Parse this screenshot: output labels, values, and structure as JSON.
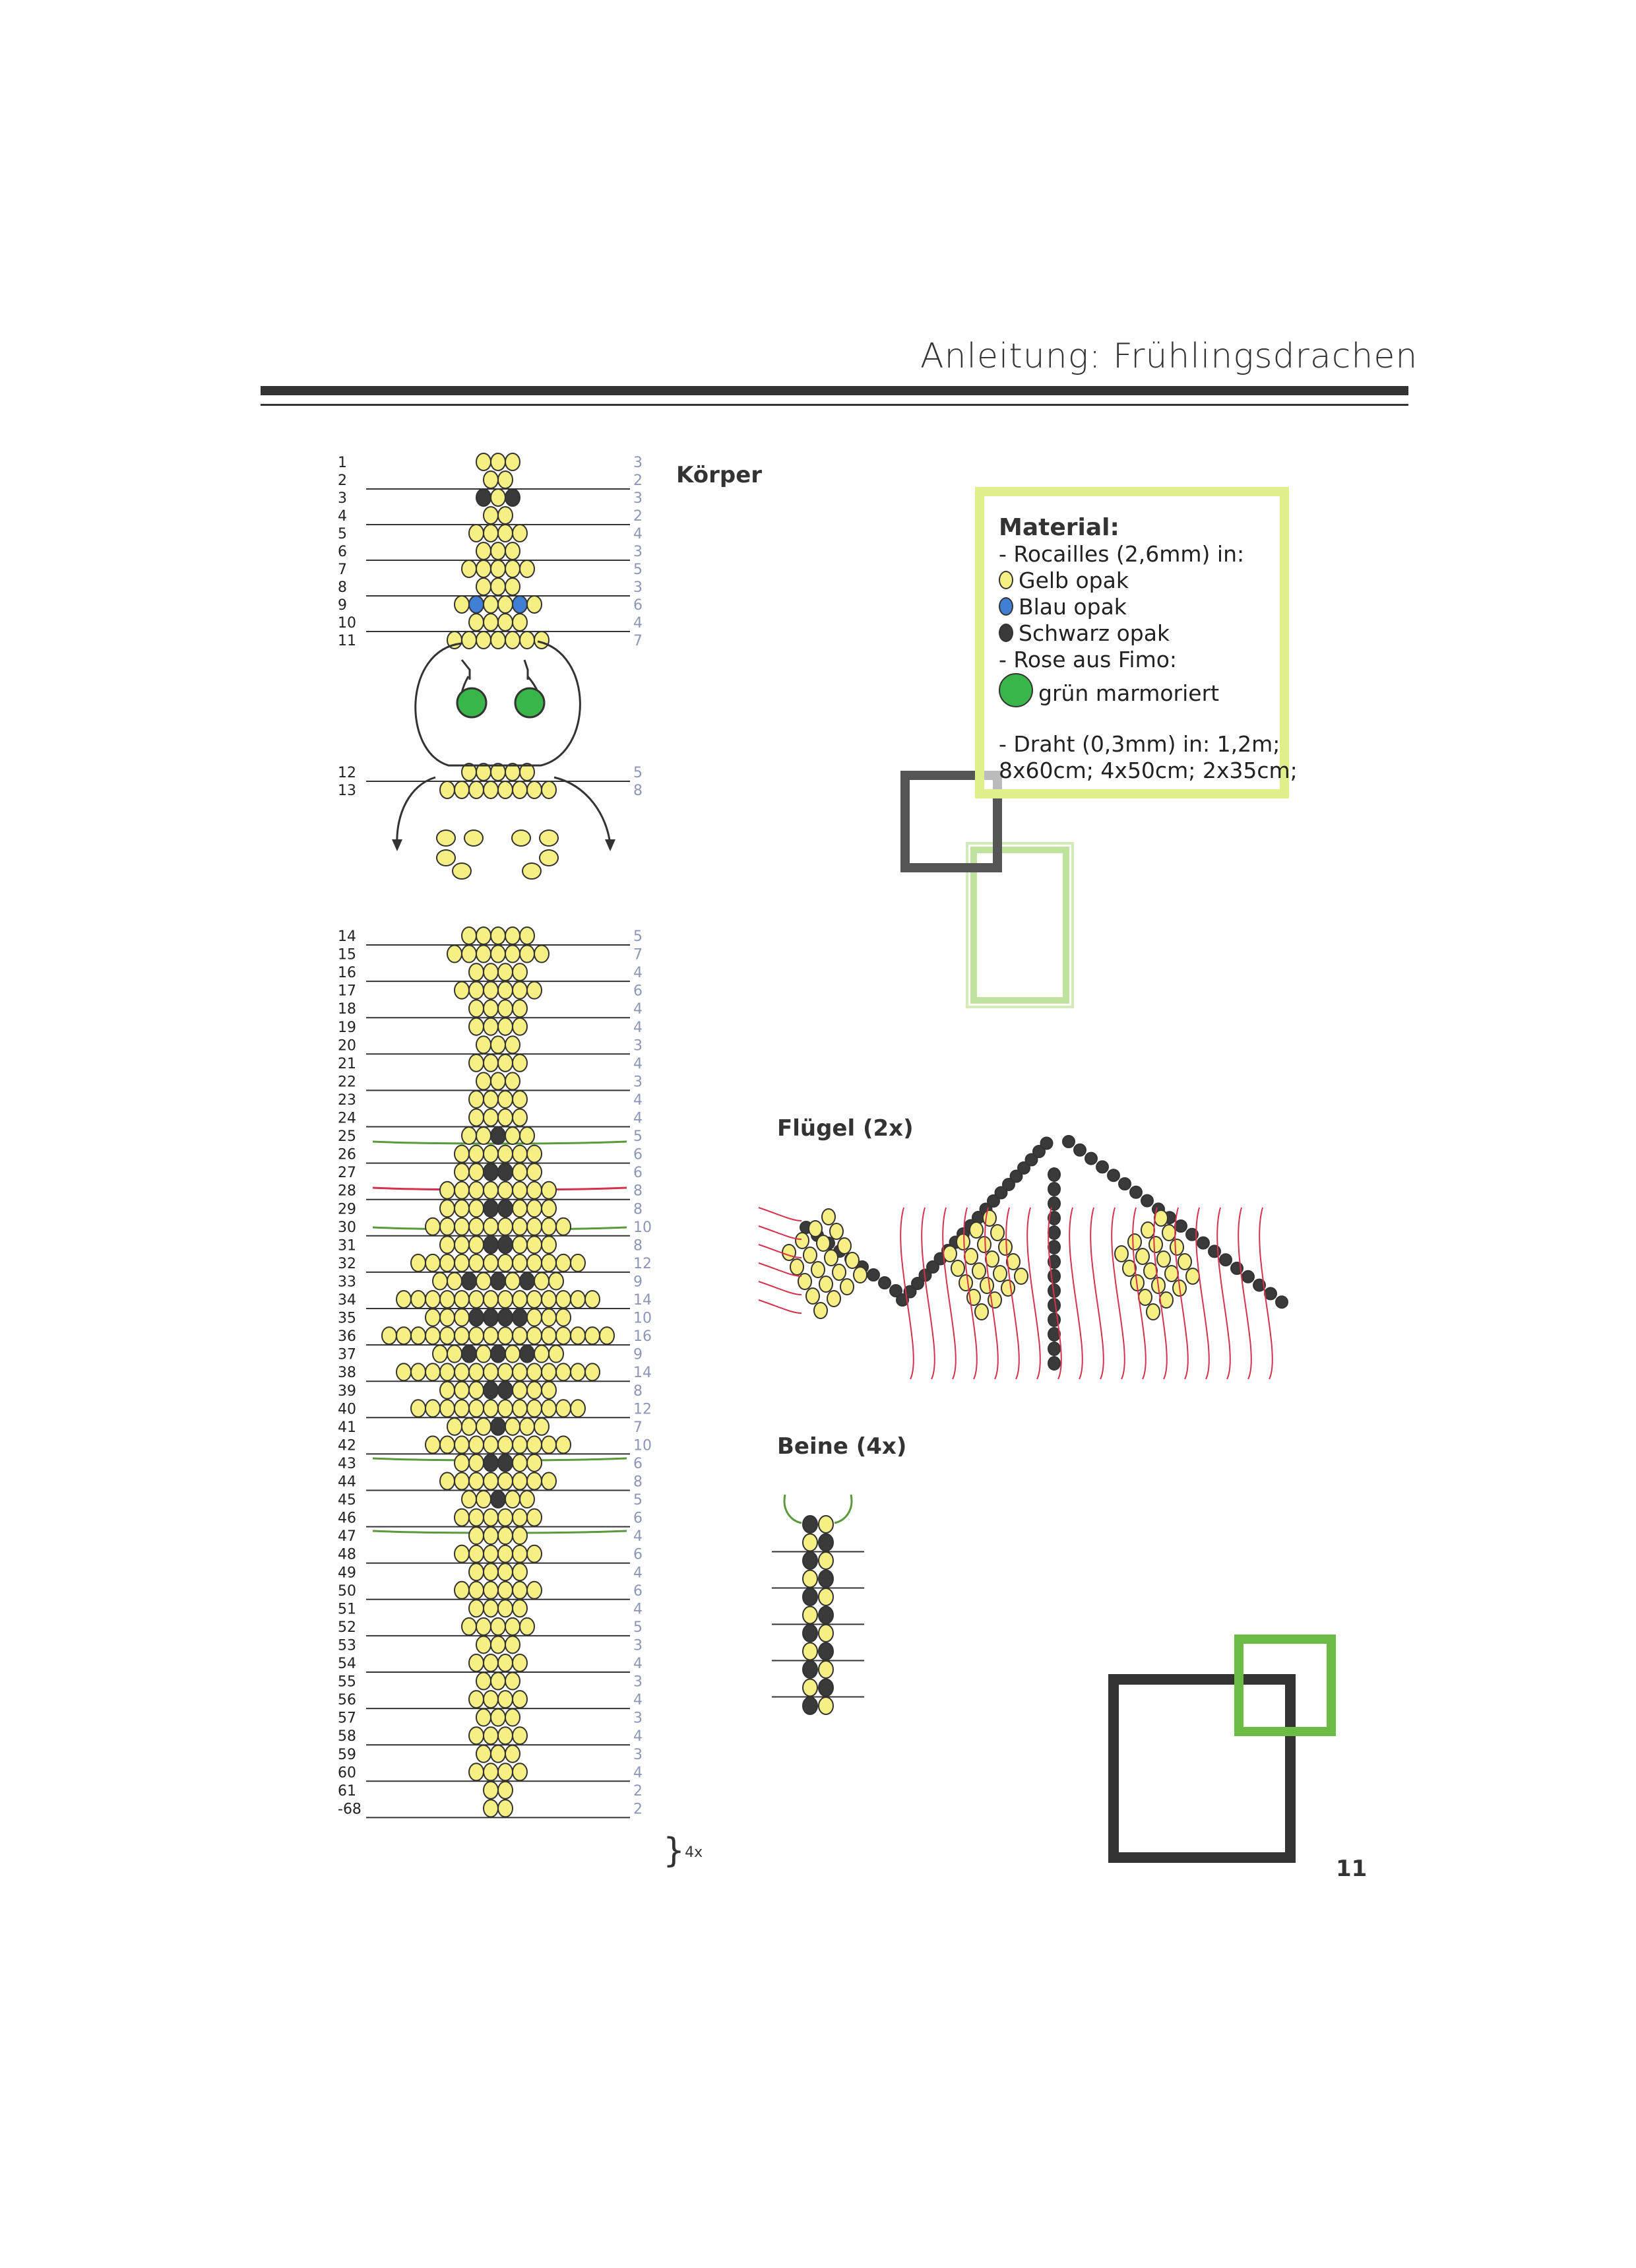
{
  "header": {
    "title": "Anleitung: Frühlingsdrachen"
  },
  "sections": {
    "body": "Körper",
    "wings": "Flügel (2x)",
    "legs": "Beine (4x)"
  },
  "material": {
    "title": "Material:",
    "lines": [
      "- Rocailles (2,6mm) in:",
      "Gelb opak",
      "Blau opak",
      "Schwarz opak",
      "- Rose aus Fimo:",
      "grün marmoriert"
    ],
    "wire_1": "- Draht (0,3mm) in: 1,2m;",
    "wire_2": "8x60cm; 4x50cm; 2x35cm;",
    "colors": {
      "yellow": "#f6ef84",
      "blue": "#3f7fd4",
      "black": "#3a3a3a",
      "green": "#39b54a"
    }
  },
  "pattern": {
    "repeat_label": "4x",
    "rows": [
      {
        "n": "1",
        "c": "3"
      },
      {
        "n": "2",
        "c": "2"
      },
      {
        "n": "3",
        "c": "3"
      },
      {
        "n": "4",
        "c": "2"
      },
      {
        "n": "5",
        "c": "4"
      },
      {
        "n": "6",
        "c": "3"
      },
      {
        "n": "7",
        "c": "5"
      },
      {
        "n": "8",
        "c": "3"
      },
      {
        "n": "9",
        "c": "6"
      },
      {
        "n": "10",
        "c": "4"
      },
      {
        "n": "11",
        "c": "7"
      },
      {
        "n": "12",
        "c": "5"
      },
      {
        "n": "13",
        "c": "8"
      },
      {
        "n": "14",
        "c": "5"
      },
      {
        "n": "15",
        "c": "7"
      },
      {
        "n": "16",
        "c": "4"
      },
      {
        "n": "17",
        "c": "6"
      },
      {
        "n": "18",
        "c": "4"
      },
      {
        "n": "19",
        "c": "4"
      },
      {
        "n": "20",
        "c": "3"
      },
      {
        "n": "21",
        "c": "4"
      },
      {
        "n": "22",
        "c": "3"
      },
      {
        "n": "23",
        "c": "4"
      },
      {
        "n": "24",
        "c": "4"
      },
      {
        "n": "25",
        "c": "5"
      },
      {
        "n": "26",
        "c": "6"
      },
      {
        "n": "27",
        "c": "6"
      },
      {
        "n": "28",
        "c": "8"
      },
      {
        "n": "29",
        "c": "8"
      },
      {
        "n": "30",
        "c": "10"
      },
      {
        "n": "31",
        "c": "8"
      },
      {
        "n": "32",
        "c": "12"
      },
      {
        "n": "33",
        "c": "9"
      },
      {
        "n": "34",
        "c": "14"
      },
      {
        "n": "35",
        "c": "10"
      },
      {
        "n": "36",
        "c": "16"
      },
      {
        "n": "37",
        "c": "9"
      },
      {
        "n": "38",
        "c": "14"
      },
      {
        "n": "39",
        "c": "8"
      },
      {
        "n": "40",
        "c": "12"
      },
      {
        "n": "41",
        "c": "7"
      },
      {
        "n": "42",
        "c": "10"
      },
      {
        "n": "43",
        "c": "6"
      },
      {
        "n": "44",
        "c": "8"
      },
      {
        "n": "45",
        "c": "5"
      },
      {
        "n": "46",
        "c": "6"
      },
      {
        "n": "47",
        "c": "4"
      },
      {
        "n": "48",
        "c": "6"
      },
      {
        "n": "49",
        "c": "4"
      },
      {
        "n": "50",
        "c": "6"
      },
      {
        "n": "51",
        "c": "4"
      },
      {
        "n": "52",
        "c": "5"
      },
      {
        "n": "53",
        "c": "3"
      },
      {
        "n": "54",
        "c": "4"
      },
      {
        "n": "55",
        "c": "3"
      },
      {
        "n": "56",
        "c": "4"
      },
      {
        "n": "57",
        "c": "3"
      },
      {
        "n": "58",
        "c": "4"
      },
      {
        "n": "59",
        "c": "3"
      },
      {
        "n": "60",
        "c": "4"
      },
      {
        "n": "61",
        "c": "2"
      },
      {
        "n": "-68",
        "c": "2"
      }
    ]
  },
  "page_number": "11"
}
